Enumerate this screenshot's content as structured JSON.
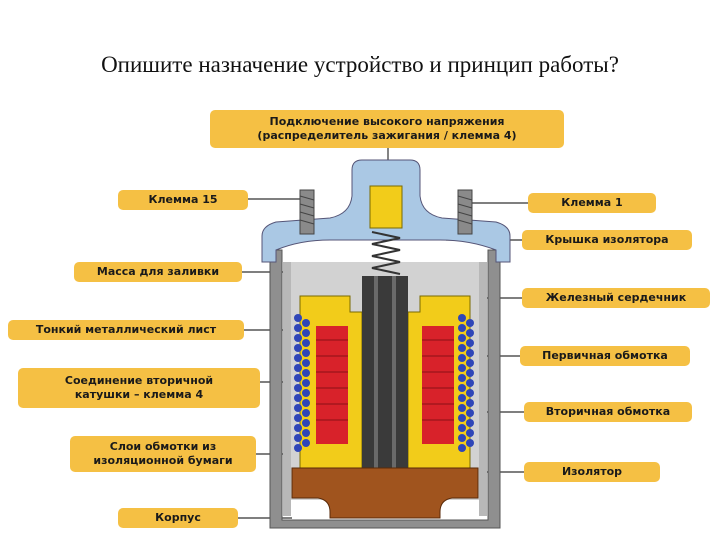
{
  "title": "Опишите назначение устройство и принцип работы?",
  "labels": {
    "hv_line1": "Подключение высокого напряжения",
    "hv_line2": "(распределитель зажигания / клемма 4)",
    "terminal15": "Клемма 15",
    "terminal1": "Клемма 1",
    "insulator_cap": "Крышка изолятора",
    "potting": "Масса для заливки",
    "iron_core": "Железный сердечник",
    "metal_sheet": "Тонкий металлический лист",
    "primary": "Первичная обмотка",
    "sec_conn_line1": "Соединение вторичной",
    "sec_conn_line2": "катушки – клемма 4",
    "secondary": "Вторичная обмотка",
    "paper_line1": "Слои обмотки из",
    "paper_line2": "изоляционной бумаги",
    "insulator": "Изолятор",
    "housing": "Корпус"
  },
  "colors": {
    "label_bg": "#f5c044",
    "cap": "#aac8e4",
    "housing": "#9a9a9a",
    "potting": "#d4d4d4",
    "core": "#3a3a3a",
    "yellow": "#f2cc1a",
    "primary_winding": "#2f46b8",
    "secondary_winding": "#d8222a",
    "insulator": "#a0541e"
  }
}
